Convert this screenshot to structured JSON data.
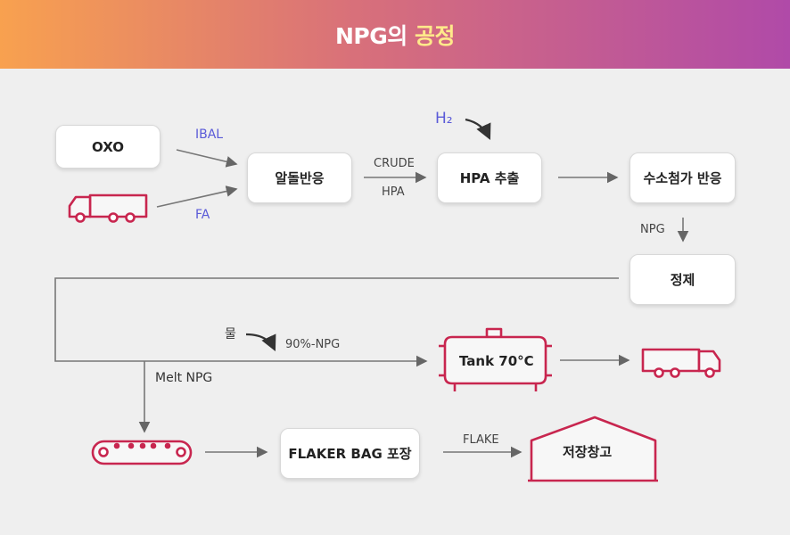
{
  "header": {
    "title_prefix": "NPG의",
    "title_highlight": "공정"
  },
  "nodes": {
    "oxo": "OXO",
    "aldol": "알돌반응",
    "hpa_extract": "HPA 추출",
    "hydrogenation": "수소첨가 반응",
    "purification": "정제",
    "tank": "Tank 70°C",
    "flaker": "FLAKER BAG 포장",
    "warehouse": "저장창고"
  },
  "labels": {
    "ibal": "IBAL",
    "fa": "FA",
    "crude": "CRUDE",
    "hpa": "HPA",
    "h2": "H₂",
    "npg": "NPG",
    "water": "물",
    "npg90": "90%-NPG",
    "melt_npg": "Melt NPG",
    "flake": "FLAKE"
  },
  "colors": {
    "accent": "#c8264f",
    "header_start": "#f8a14f",
    "header_end": "#b04aa8",
    "highlight": "#ffe98a",
    "label_blue": "#5a5ad8"
  }
}
